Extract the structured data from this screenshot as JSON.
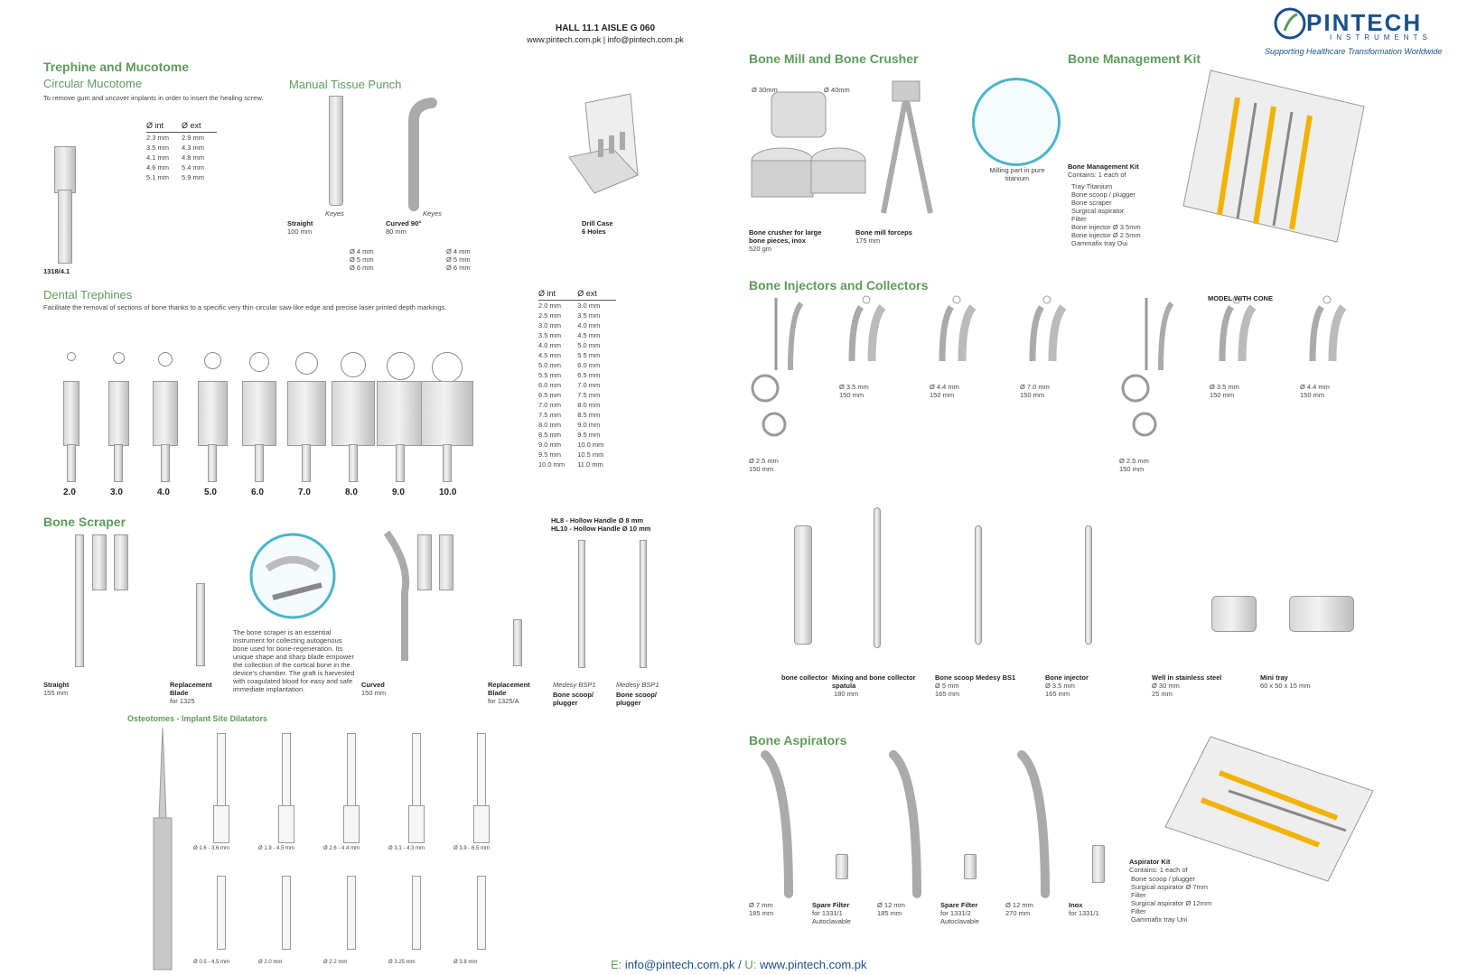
{
  "header": {
    "hall": "HALL 11.1 AISLE G 060",
    "contact": "www.pintech.com.pk | info@pintech.com.pk"
  },
  "brand": {
    "name": "PINTECH",
    "sub": "INSTRUMENTS",
    "tagline": "Supporting Healthcare Transformation Worldwide",
    "color": "#1a4f8a",
    "accent": "#5d9c5a"
  },
  "trephine": {
    "title": "Trephine and Mucotome",
    "subtitle": "Circular Mucotome",
    "desc": "To remove gum and uncover implants in order to insert the healing screw.",
    "col_int": "Ø int",
    "col_ext": "Ø ext",
    "rows": [
      [
        "2.3 mm",
        "2.9 mm"
      ],
      [
        "3.5 mm",
        "4.3 mm"
      ],
      [
        "4.1 mm",
        "4.8 mm"
      ],
      [
        "4.6 mm",
        "5.4 mm"
      ],
      [
        "5.1 mm",
        "5.9 mm"
      ]
    ],
    "code": "1318/4.1"
  },
  "punch": {
    "title": "Manual Tissue Punch",
    "keyes1": "Keyes",
    "keyes2": "Keyes",
    "straight": "Straight",
    "straight_len": "100 mm",
    "curved": "Curved 90°",
    "curved_len": "80 mm",
    "sizes1": [
      "Ø 4 mm",
      "Ø 5 mm",
      "Ø 6 mm"
    ],
    "sizes2": [
      "Ø 4 mm",
      "Ø 5 mm",
      "Ø 6 mm"
    ],
    "drill_case": "Drill Case",
    "drill_holes": "6 Holes"
  },
  "dental": {
    "title": "Dental Trephines",
    "desc": "Facilitate the removal of sections of bone thanks to a specific very thin circular saw-like edge and precise laser printed depth markings.",
    "col_int": "Ø int",
    "col_ext": "Ø ext",
    "rows": [
      [
        "2.0 mm",
        "3.0 mm"
      ],
      [
        "2.5 mm",
        "3.5 mm"
      ],
      [
        "3.0 mm",
        "4.0 mm"
      ],
      [
        "3.5 mm",
        "4.5 mm"
      ],
      [
        "4.0 mm",
        "5.0 mm"
      ],
      [
        "4.5 mm",
        "5.5 mm"
      ],
      [
        "5.0 mm",
        "6.0 mm"
      ],
      [
        "5.5 mm",
        "6.5 mm"
      ],
      [
        "6.0 mm",
        "7.0 mm"
      ],
      [
        "6.5 mm",
        "7.5 mm"
      ],
      [
        "7.0 mm",
        "8.0 mm"
      ],
      [
        "7.5 mm",
        "8.5 mm"
      ],
      [
        "8.0 mm",
        "9.0 mm"
      ],
      [
        "8.5 mm",
        "9.5 mm"
      ],
      [
        "9.0 mm",
        "10.0 mm"
      ],
      [
        "9.5 mm",
        "10.5 mm"
      ],
      [
        "10.0 mm",
        "11.0 mm"
      ]
    ],
    "sizes": [
      "2.0",
      "3.0",
      "4.0",
      "5.0",
      "6.0",
      "7.0",
      "8.0",
      "9.0",
      "10.0"
    ]
  },
  "scraper": {
    "title": "Bone Scraper",
    "straight": "Straight",
    "straight_len": "155 mm",
    "blade1": "Replacement Blade",
    "blade1_for": "for 1325",
    "text": "The bone scraper is an essential instrument for collecting autogenous bone used for bone-regeneration. Its unique shape and sharp blade empower the collection of the cortical bone in the device's chamber. The graft is harvested with coagulated blood for easy and safe immediate implantation.",
    "curved": "Curved",
    "curved_len": "150 mm",
    "blade2": "Replacement Blade",
    "blade2_for": "for 1325/A",
    "hl8": "HL8 - Hollow Handle Ø 8 mm",
    "hl10": "HL10 - Hollow Handle Ø 10 mm",
    "medesy1": "Medesy BSP1",
    "medesy2": "Medesy BSP1",
    "scoop1": "Bone scoop/ plugger",
    "scoop2": "Bone scoop/ plugger"
  },
  "osteotomes": {
    "title": "Osteotomes - Implant Site Dilatators",
    "labels": [
      "Ø 1.6 - 3.6 mm",
      "Ø 1.9 - 4.5 mm",
      "Ø 2.6 - 4.4 mm",
      "Ø 3.1 - 4.3 mm",
      "Ø 3.9 - 6.5 mm"
    ],
    "labels2": [
      "Ø 0.5 - 4.5 mm",
      "Ø 2.0 mm",
      "Ø 2.2 mm",
      "Ø 3.25 mm",
      "Ø 3.8 mm"
    ]
  },
  "mill": {
    "title": "Bone Mill and Bone Crusher",
    "d1": "Ø 30mm",
    "d2": "Ø 40mm",
    "crusher": "Bone crusher for large bone pieces, inox",
    "crusher_w": "520 gm",
    "forceps": "Bone mill forceps",
    "forceps_len": "175 mm",
    "milling": "Milling part in pure titanium"
  },
  "kit": {
    "title": "Bone Management Kit",
    "heading": "Bone Management Kit",
    "contains": "Contains: 1 each of",
    "items": [
      "Tray Titanium",
      "Bone scoop / plugger",
      "Bone scraper",
      "Surgical aspirator",
      "Filter",
      "Bone injector Ø 3.5mm",
      "Bone injector Ø 2.5mm",
      "Gammafix tray Dui"
    ]
  },
  "injectors": {
    "title": "Bone Injectors and Collectors",
    "model_cone": "MODEL WITH CONE",
    "items": [
      {
        "d": "Ø 2.5 mm",
        "l": "150 mm"
      },
      {
        "d": "Ø 3.5 mm",
        "l": "150 mm"
      },
      {
        "d": "Ø 4.4 mm",
        "l": "150 mm"
      },
      {
        "d": "Ø 7.0 mm",
        "l": "150 mm"
      },
      {
        "d": "Ø 2.5 mm",
        "l": "150 mm"
      },
      {
        "d": "Ø 3.5 mm",
        "l": "150 mm"
      },
      {
        "d": "Ø 4.4 mm",
        "l": "150 mm"
      }
    ]
  },
  "collectors": {
    "items": [
      {
        "name": "bone collector",
        "l1": "",
        "l2": ""
      },
      {
        "name": "Mixing and bone collector spatula",
        "l1": "180 mm",
        "l2": ""
      },
      {
        "name": "Bone scoop Medesy BS1",
        "l1": "Ø 5 mm",
        "l2": "165 mm"
      },
      {
        "name": "Bone injector",
        "l1": "Ø 3.5 mm",
        "l2": "165 mm"
      },
      {
        "name": "Well in stainless steel",
        "l1": "Ø 30 mm",
        "l2": "25 mm"
      },
      {
        "name": "Mini tray",
        "l1": "60 x 50 x 15 mm",
        "l2": ""
      }
    ]
  },
  "aspirators": {
    "title": "Bone Aspirators",
    "items": [
      {
        "a": "Ø 7 mm",
        "b": "185 mm",
        "bold": false
      },
      {
        "a": "Spare Filter",
        "b": "for 1331/1",
        "c": "Autoclavable",
        "bold": true
      },
      {
        "a": "Ø 12 mm",
        "b": "185 mm",
        "bold": false
      },
      {
        "a": "Spare Filter",
        "b": "for 1331/2",
        "c": "Autoclavable",
        "bold": true
      },
      {
        "a": "Ø 12 mm",
        "b": "270 mm",
        "bold": false
      },
      {
        "a": "Inox",
        "b": "for 1331/1",
        "bold": true
      }
    ],
    "kit_title": "Aspirator Kit",
    "kit_contains": "Contains: 1 each of",
    "kit_items": [
      "Bone scoop / plugger",
      "Surgical aspirator Ø 7mm",
      "Filter",
      "Surgical aspirator Ø 12mm",
      "Filter",
      "Gammafix tray Uni"
    ]
  },
  "footer": {
    "e_label": "E:",
    "email": "info@pintech.com.pk",
    "sep": "/",
    "u_label": "U:",
    "url": "www.pintech.com.pk"
  }
}
